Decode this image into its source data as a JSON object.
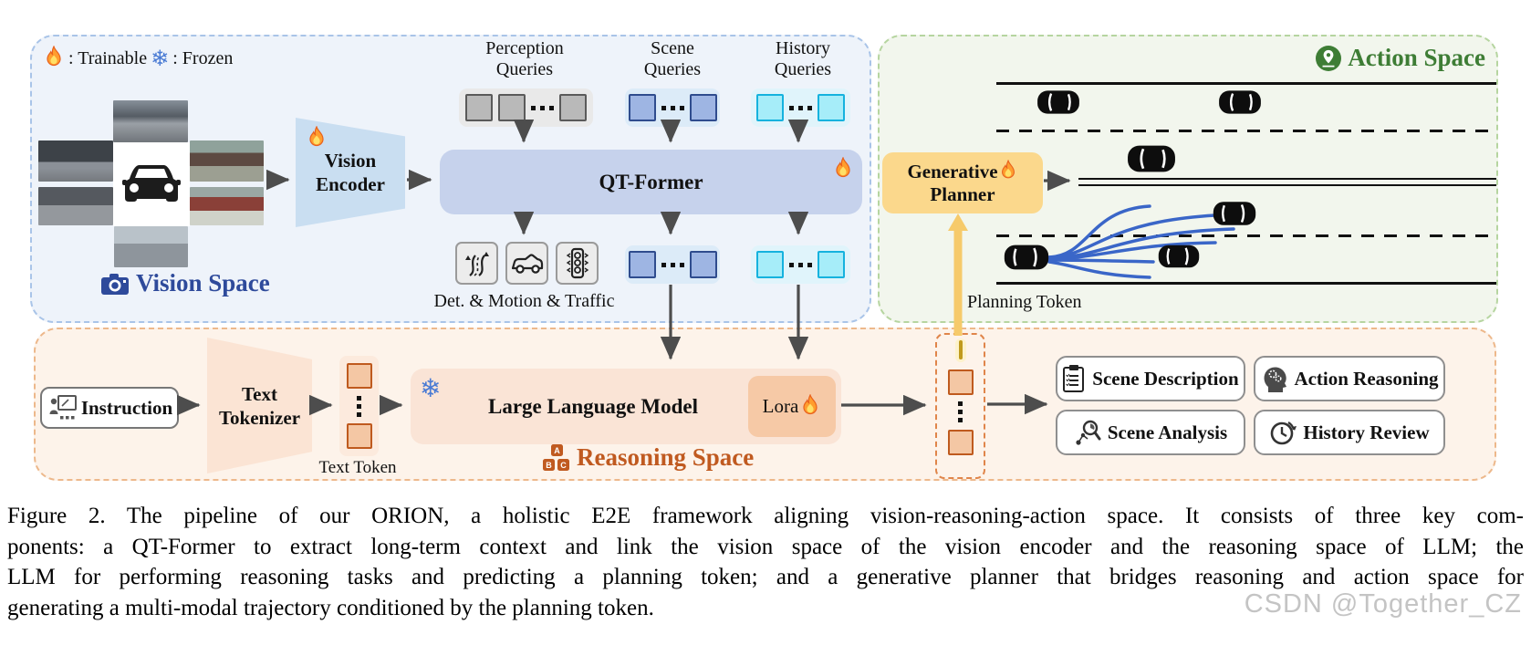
{
  "colors": {
    "vision_bg": "#eef3fa",
    "vision_border": "#a9c4e8",
    "vision_label": "#2e4a9b",
    "action_bg": "#f2f6ed",
    "action_border": "#b6d5a0",
    "action_label": "#3e7d35",
    "reasoning_bg": "#fdf3ea",
    "reasoning_border": "#edb88b",
    "reasoning_label": "#c05a20",
    "qt_fill": "#c6d2ec",
    "encoder_fill": "#c9def1",
    "scene_token_fill": "#9eb5e3",
    "scene_token_border": "#2f4c8e",
    "scene_strip_bg": "#dcebf8",
    "history_token_fill": "#a6edf9",
    "history_token_border": "#15b2de",
    "history_strip_bg": "#e0f4fb",
    "perception_token_fill": "#b9b9b9",
    "perception_token_border": "#5a5a5a",
    "perception_strip_bg": "#e9e9e9",
    "planner_fill": "#fbd88c",
    "llm_fill": "#fae4d6",
    "lora_fill": "#f6c9a6",
    "orange_token_fill": "#f4c7a4",
    "orange_token_border": "#bf5a1e",
    "yellow_token_fill": "#f6d355",
    "yellow_token_border": "#c09a1d",
    "arrow": "#4d4d4d",
    "trajectory": "#3a66c8",
    "yellow_arrow": "#f6ca6b"
  },
  "legend": {
    "trainable_label": ": Trainable",
    "frozen_label": ": Frozen"
  },
  "vision_space": {
    "label": "Vision Space",
    "encoder_line1": "Vision",
    "encoder_line2": "Encoder",
    "qt_former_label": "QT-Former",
    "perception_line1": "Perception",
    "perception_line2": "Queries",
    "scene_line1": "Scene",
    "scene_line2": "Queries",
    "history_line1": "History",
    "history_line2": "Queries",
    "outputs_label": "Det. & Motion & Traffic"
  },
  "action_space": {
    "label": "Action Space",
    "planner_line1": "Generative",
    "planner_line2": "Planner",
    "planning_token_label": "Planning Token"
  },
  "reasoning_space": {
    "label": "Reasoning Space",
    "instruction_label": "Instruction",
    "tokenizer_line1": "Text",
    "tokenizer_line2": "Tokenizer",
    "text_token_label": "Text Token",
    "llm_label": "Large Language Model",
    "lora_label": "Lora",
    "tasks": [
      {
        "label": "Scene Description"
      },
      {
        "label": "Action Reasoning"
      },
      {
        "label": "Scene Analysis"
      },
      {
        "label": "History Review"
      }
    ]
  },
  "caption": {
    "lines": [
      "Figure 2.  The pipeline of our ORION, a holistic E2E framework aligning vision-reasoning-action space.  It consists of three key com-",
      "ponents: a QT-Former to extract long-term context and link the vision space of the vision encoder and the reasoning space of LLM; the",
      "LLM for performing reasoning tasks and predicting a planning token; and a generative planner that bridges reasoning and action space for",
      "generating a multi-modal trajectory conditioned by the planning token."
    ]
  },
  "watermark": "CSDN @Together_CZ"
}
